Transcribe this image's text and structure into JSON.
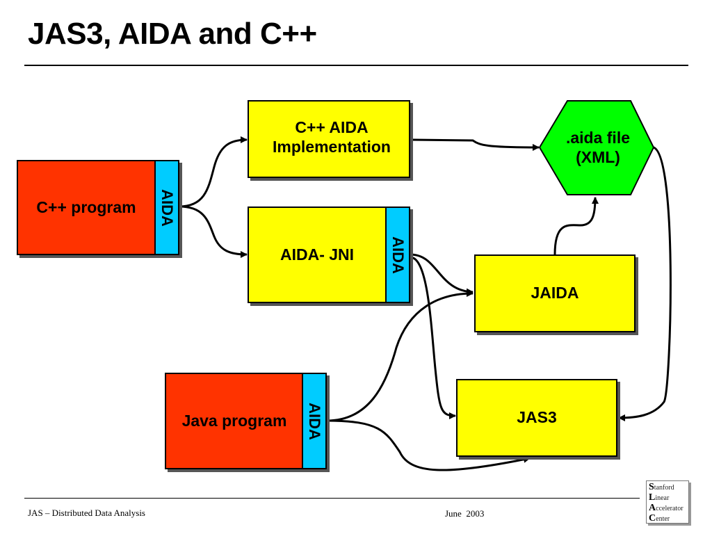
{
  "slide": {
    "title": "JAS3, AIDA and C++"
  },
  "diagram": {
    "cpp_program": "C++ program",
    "cpp_aida_implementation": "C++ AIDA Implementation",
    "aida_jni": "AIDA- JNI",
    "aida_file": ".aida file (XML)",
    "jaida": "JAIDA",
    "java_program": "Java program",
    "jas3": "JAS3",
    "aida_tab_label": "AIDA"
  },
  "colors": {
    "program_box": "#ff3300",
    "aida_tab": "#00ccff",
    "component_box": "#ffff00",
    "file_hexagon": "#00ff00"
  },
  "footer": {
    "left": "JAS – Distributed Data Analysis",
    "right": "June  2003"
  },
  "logo": {
    "lines": [
      {
        "cap": "S",
        "rest": "tanford"
      },
      {
        "cap": "L",
        "rest": "inear"
      },
      {
        "cap": "A",
        "rest": "ccelerator"
      },
      {
        "cap": "C",
        "rest": "enter"
      }
    ]
  }
}
